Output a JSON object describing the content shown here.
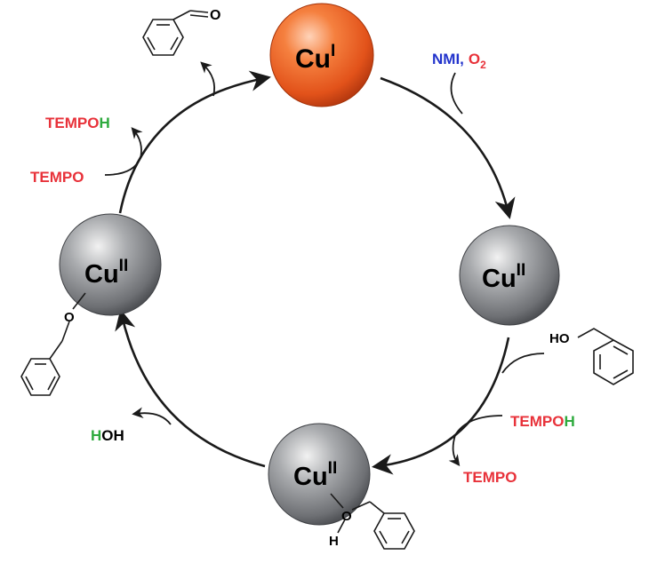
{
  "colors": {
    "red": "#e8323a",
    "green": "#2eaa3e",
    "blue": "#2233cc",
    "orange_sphere": "#f26a2c",
    "grey_sphere": "#8c8f93",
    "arrow": "#1a1a1a"
  },
  "nodes": {
    "cu1": {
      "base": "Cu",
      "sup": "I"
    },
    "cu2_right": {
      "base": "Cu",
      "sup": "II"
    },
    "cu2_bottom": {
      "base": "Cu",
      "sup": "II"
    },
    "cu2_left": {
      "base": "Cu",
      "sup": "II"
    }
  },
  "reagents": {
    "nmi": "NMI,",
    "o2_base": "O",
    "o2_sub": "2",
    "tempoh_right_main": "TEMPO",
    "tempoh_right_h": "H",
    "tempo_right": "TEMPO",
    "water_h": "H",
    "water_oh": "OH",
    "tempo_left": "TEMPO",
    "tempoh_left_main": "TEMPO",
    "tempoh_left_h": "H"
  },
  "atoms": {
    "benzyl_alcohol_ho": "HO",
    "bound_o_bottom": "O",
    "bound_h_bottom": "H",
    "bound_o_left": "O",
    "aldehyde_o": "O"
  }
}
